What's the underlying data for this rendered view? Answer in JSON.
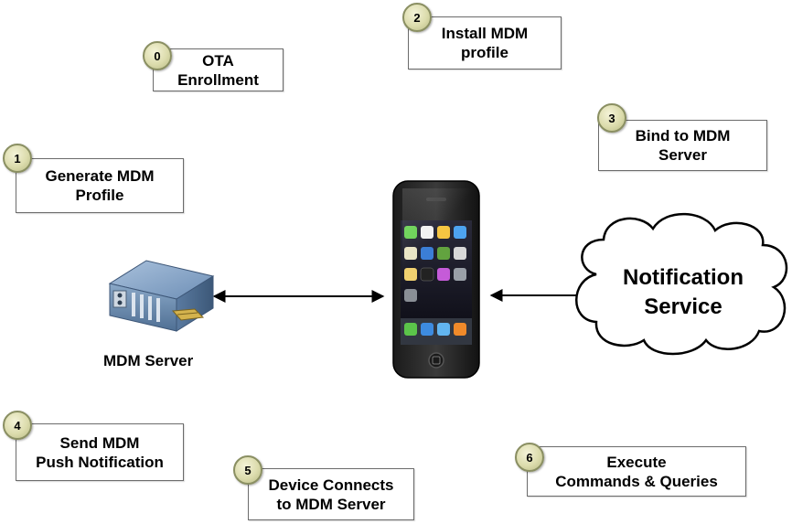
{
  "steps": [
    {
      "num": "0",
      "text": "OTA\nEnrollment"
    },
    {
      "num": "1",
      "text": "Generate MDM\nProfile"
    },
    {
      "num": "2",
      "text": "Install MDM\nprofile"
    },
    {
      "num": "3",
      "text": "Bind to MDM\nServer"
    },
    {
      "num": "4",
      "text": "Send MDM\nPush Notification"
    },
    {
      "num": "5",
      "text": "Device Connects\nto MDM Server"
    },
    {
      "num": "6",
      "text": "Execute\nCommands & Queries"
    }
  ],
  "server": {
    "label": "MDM Server"
  },
  "cloud": {
    "line1": "Notification",
    "line2": "Service"
  },
  "colors": {
    "badge_border": "#8a8f62",
    "box_border": "#6b6b6b",
    "arrow": "#000000"
  }
}
